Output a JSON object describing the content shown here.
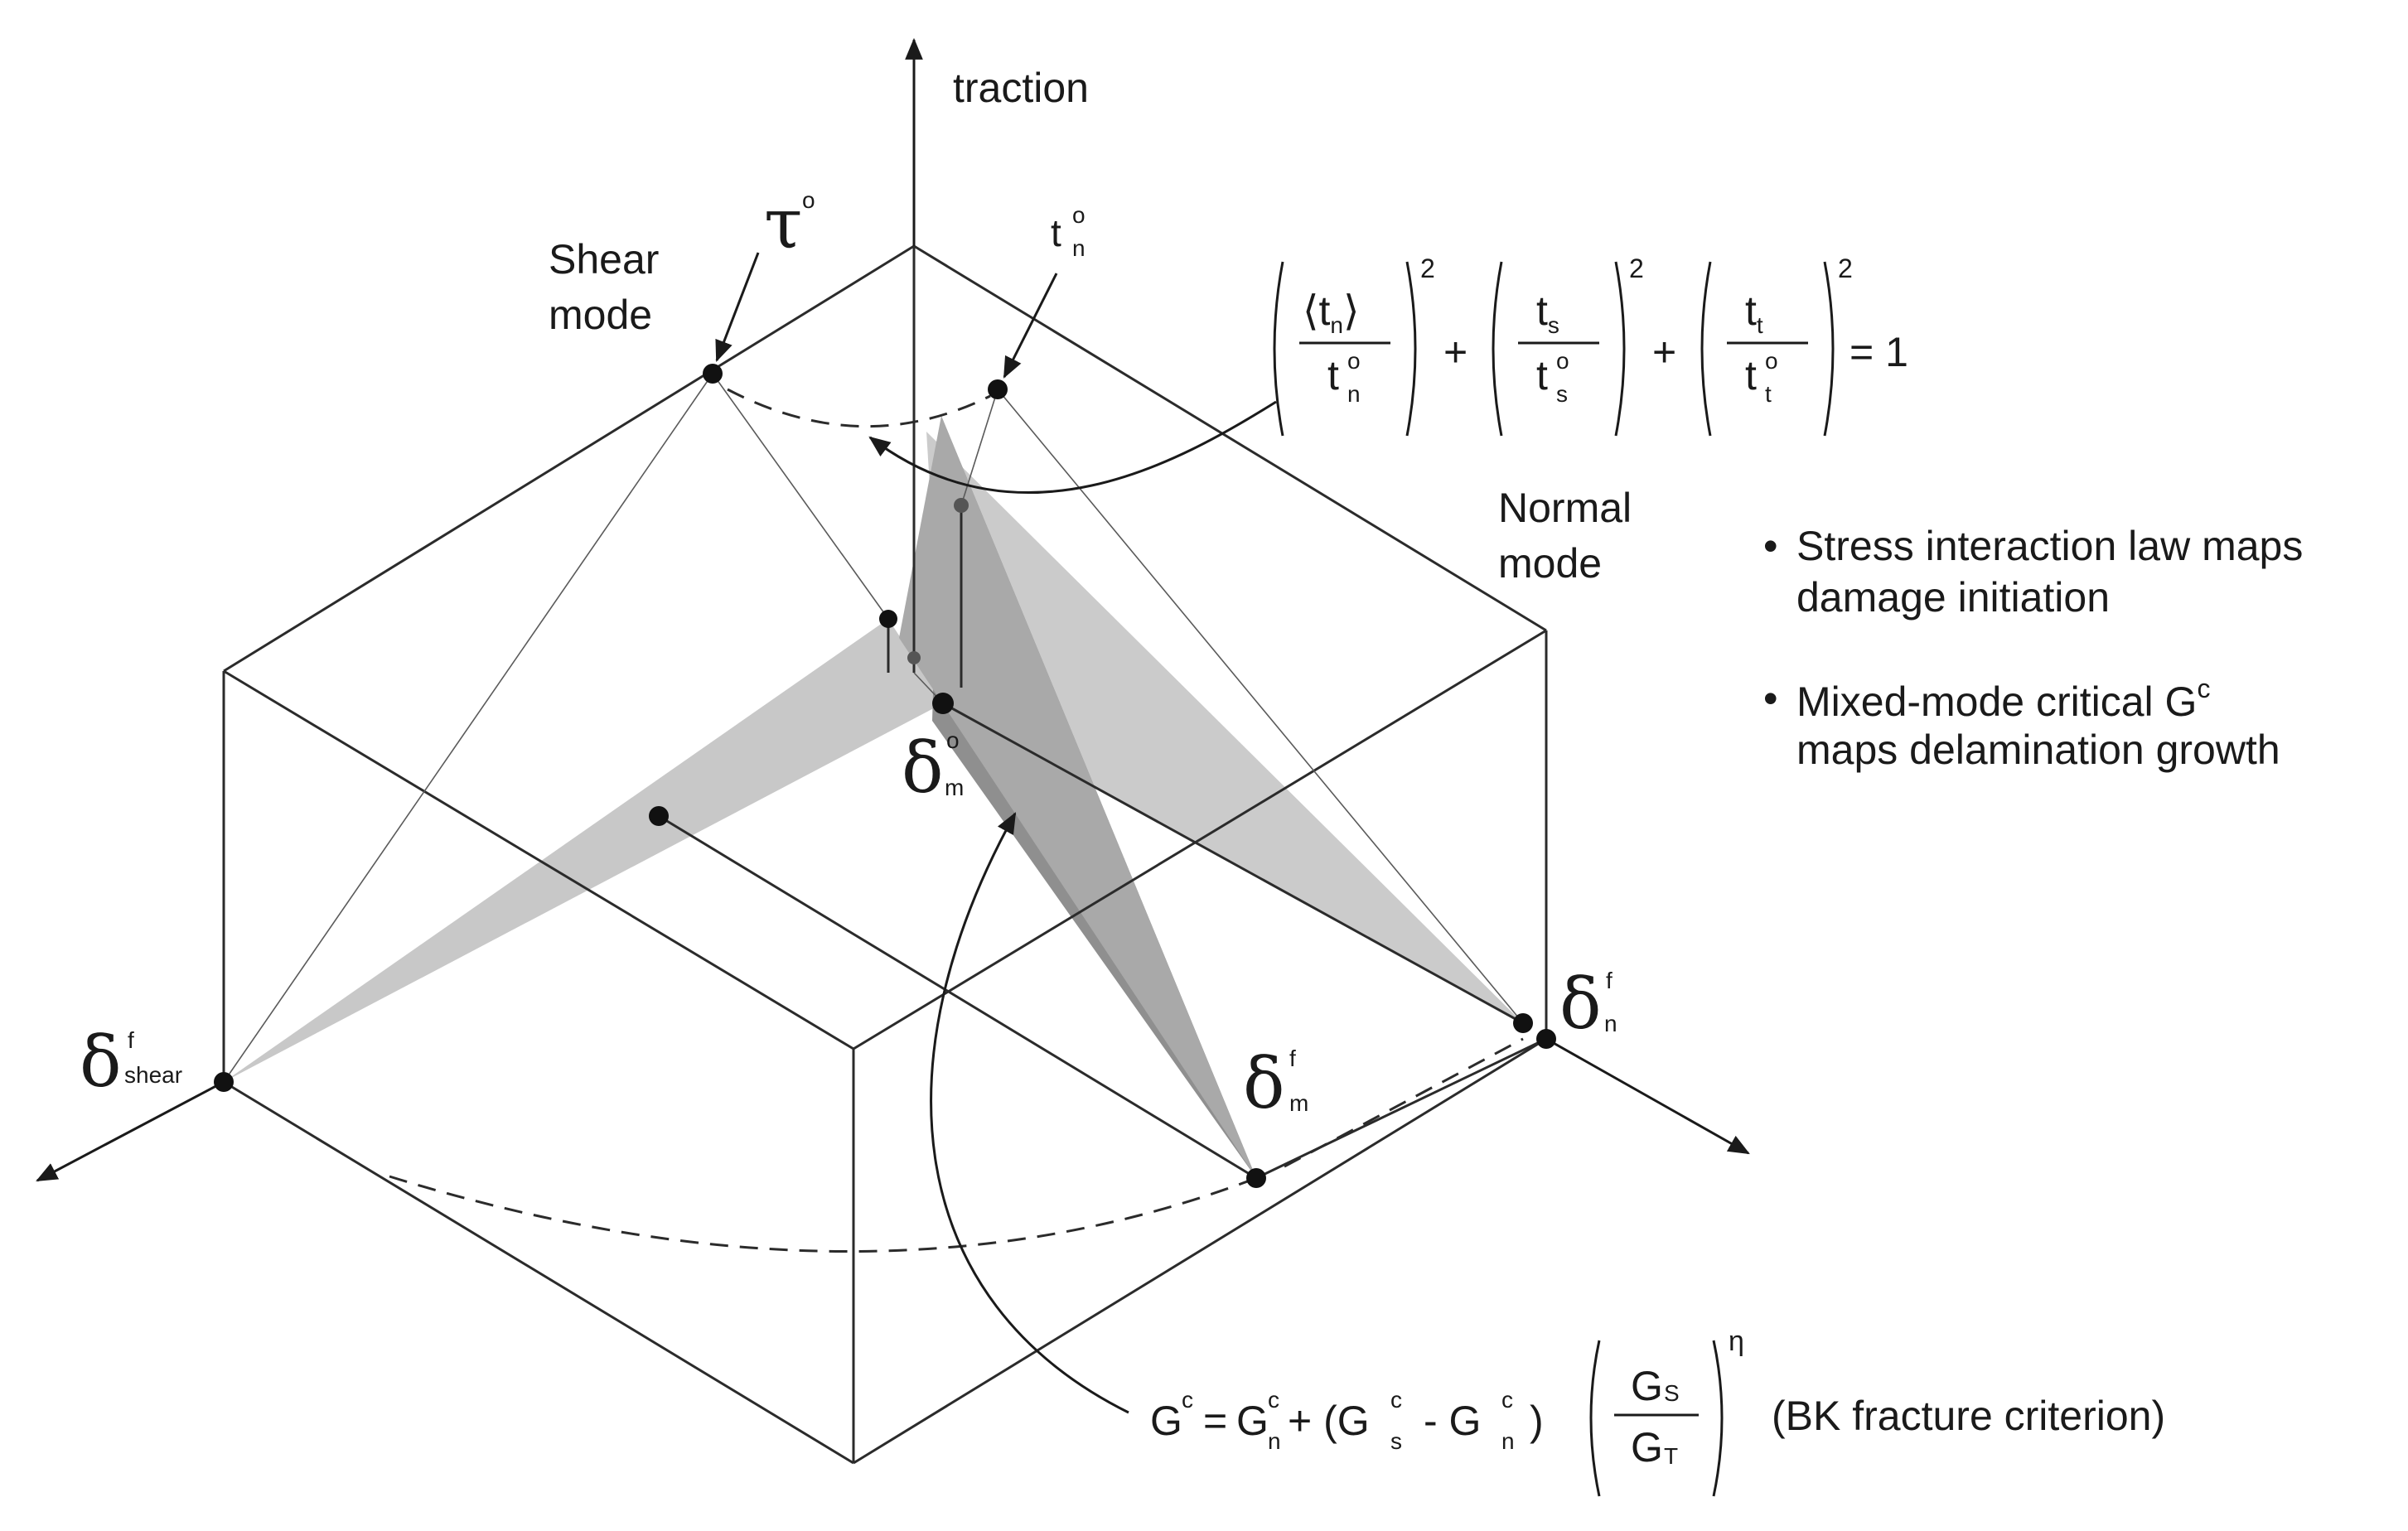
{
  "labels": {
    "traction": "traction",
    "shear_mode_1": "Shear",
    "shear_mode_2": "mode",
    "normal_mode_1": "Normal",
    "normal_mode_2": "mode",
    "tau": "τ",
    "tau_sup": "o",
    "tn_top": "t",
    "tn_top_sub": "n",
    "tn_top_sup": "o",
    "delta": "δ",
    "delta_m0_sub": "m",
    "delta_m0_sup": "o",
    "delta_nf_sub": "n",
    "delta_nf_sup": "f",
    "delta_mf_sub": "m",
    "delta_mf_sup": "f",
    "delta_shear_sub": "shear",
    "delta_shear_sup": "f"
  },
  "equation_top": {
    "t1_num": "⟨t",
    "t1_num_sub": "n",
    "t1_num_close": "⟩",
    "t1_den": "t",
    "t1_den_sub": "n",
    "t1_den_sup": "o",
    "t2_num": "t",
    "t2_num_sub": "s",
    "t2_den": "t",
    "t2_den_sub": "s",
    "t2_den_sup": "o",
    "t3_num": "t",
    "t3_num_sub": "t",
    "t3_den": "t",
    "t3_den_sub": "t",
    "t3_den_sup": "o",
    "exp": "2",
    "plus": "+",
    "equals": "= 1"
  },
  "equation_bottom": {
    "g": "G",
    "gc_sup": "c",
    "eq": "=",
    "plus": "+ (G",
    "minus": "- G",
    "close": ")",
    "n_sub": "n",
    "s_sub": "s",
    "frac_num": "G",
    "frac_num_sub": "S",
    "frac_den": "G",
    "frac_den_sub": "T",
    "eta": "η",
    "note": "(BK fracture criterion)"
  },
  "bullets": [
    {
      "line1": "Stress interaction law maps",
      "line2": "damage initiation"
    },
    {
      "line1": "Mixed-mode critical G",
      "sup": "c",
      "line2": "maps delamination growth"
    }
  ],
  "bullet_char": "•",
  "colors": {
    "ink": "#1a1a1a",
    "shade_light": "#c6c6c6",
    "shade_dark": "#8e8e8e",
    "line": "#2b2b2b"
  }
}
